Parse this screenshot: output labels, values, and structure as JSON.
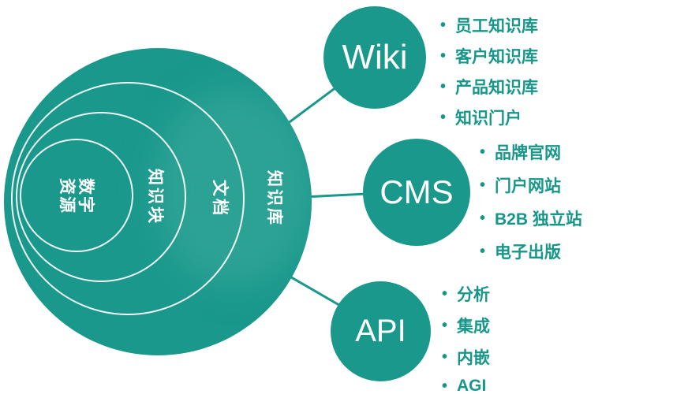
{
  "ui": {
    "bullet": "•"
  },
  "colors": {
    "teal": "#19988b",
    "list_text": "#17968a",
    "label_text": "#ffffff"
  },
  "venn": {
    "rings": [
      {
        "label": "知识库"
      },
      {
        "label": "文档"
      },
      {
        "label": "知识块"
      },
      {
        "label": "数字资源"
      }
    ]
  },
  "nodes": [
    {
      "label": "Wiki",
      "items": [
        "员工知识库",
        "客户知识库",
        "产品知识库",
        "知识门户"
      ]
    },
    {
      "label": "CMS",
      "items": [
        "品牌官网",
        "门户网站",
        "B2B 独立站",
        "电子出版"
      ]
    },
    {
      "label": "API",
      "items": [
        "分析",
        "集成",
        "内嵌",
        "AGI"
      ]
    }
  ]
}
